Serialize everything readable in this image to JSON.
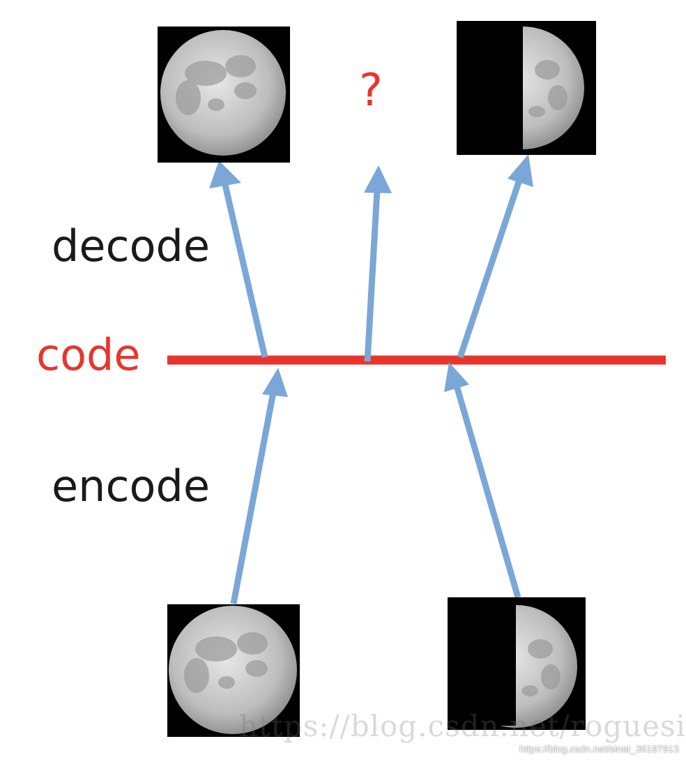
{
  "labels": {
    "decode": "decode",
    "code": "code",
    "encode": "encode",
    "question": "?"
  },
  "colors": {
    "code_line": "#e8352c",
    "arrow": "#7aa7d8",
    "text": "#1a1a1a",
    "accent": "#e8352c",
    "image_bg": "#000000"
  },
  "images": [
    {
      "name": "full-moon-output",
      "phase": "full"
    },
    {
      "name": "half-moon-output",
      "phase": "first-quarter"
    },
    {
      "name": "full-moon-input",
      "phase": "full"
    },
    {
      "name": "half-moon-input",
      "phase": "first-quarter"
    }
  ],
  "watermark": {
    "main": "https://blog.csdn.net/roguesir",
    "small": "https://blog.csdn.net/sinat_36197913"
  }
}
